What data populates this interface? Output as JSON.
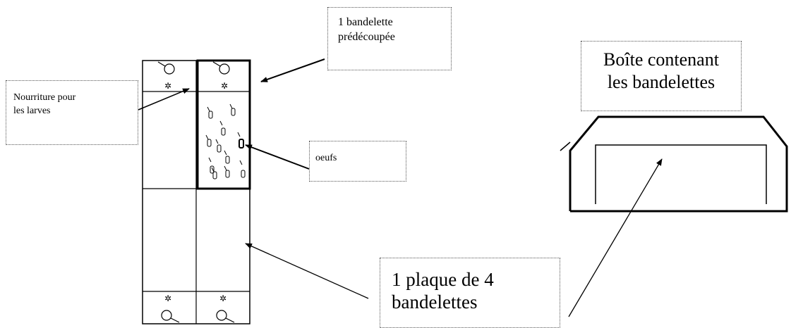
{
  "labels": {
    "bandelette": [
      "1 bandelette",
      "prédécoupée"
    ],
    "nourriture": [
      "Nourriture pour",
      "les larves"
    ],
    "oeufs": "oeufs",
    "boite": [
      "Boîte contenant",
      "les bandelettes"
    ],
    "plaque": [
      "1 plaque de 4",
      "bandelettes"
    ]
  },
  "colors": {
    "stroke": "#000000",
    "callout_border": "#555555",
    "background": "#ffffff"
  },
  "egg_count": 11,
  "icons": [
    "circle-with-tail-icon",
    "star-food-icon",
    "egg-icon",
    "arrow-icon"
  ]
}
